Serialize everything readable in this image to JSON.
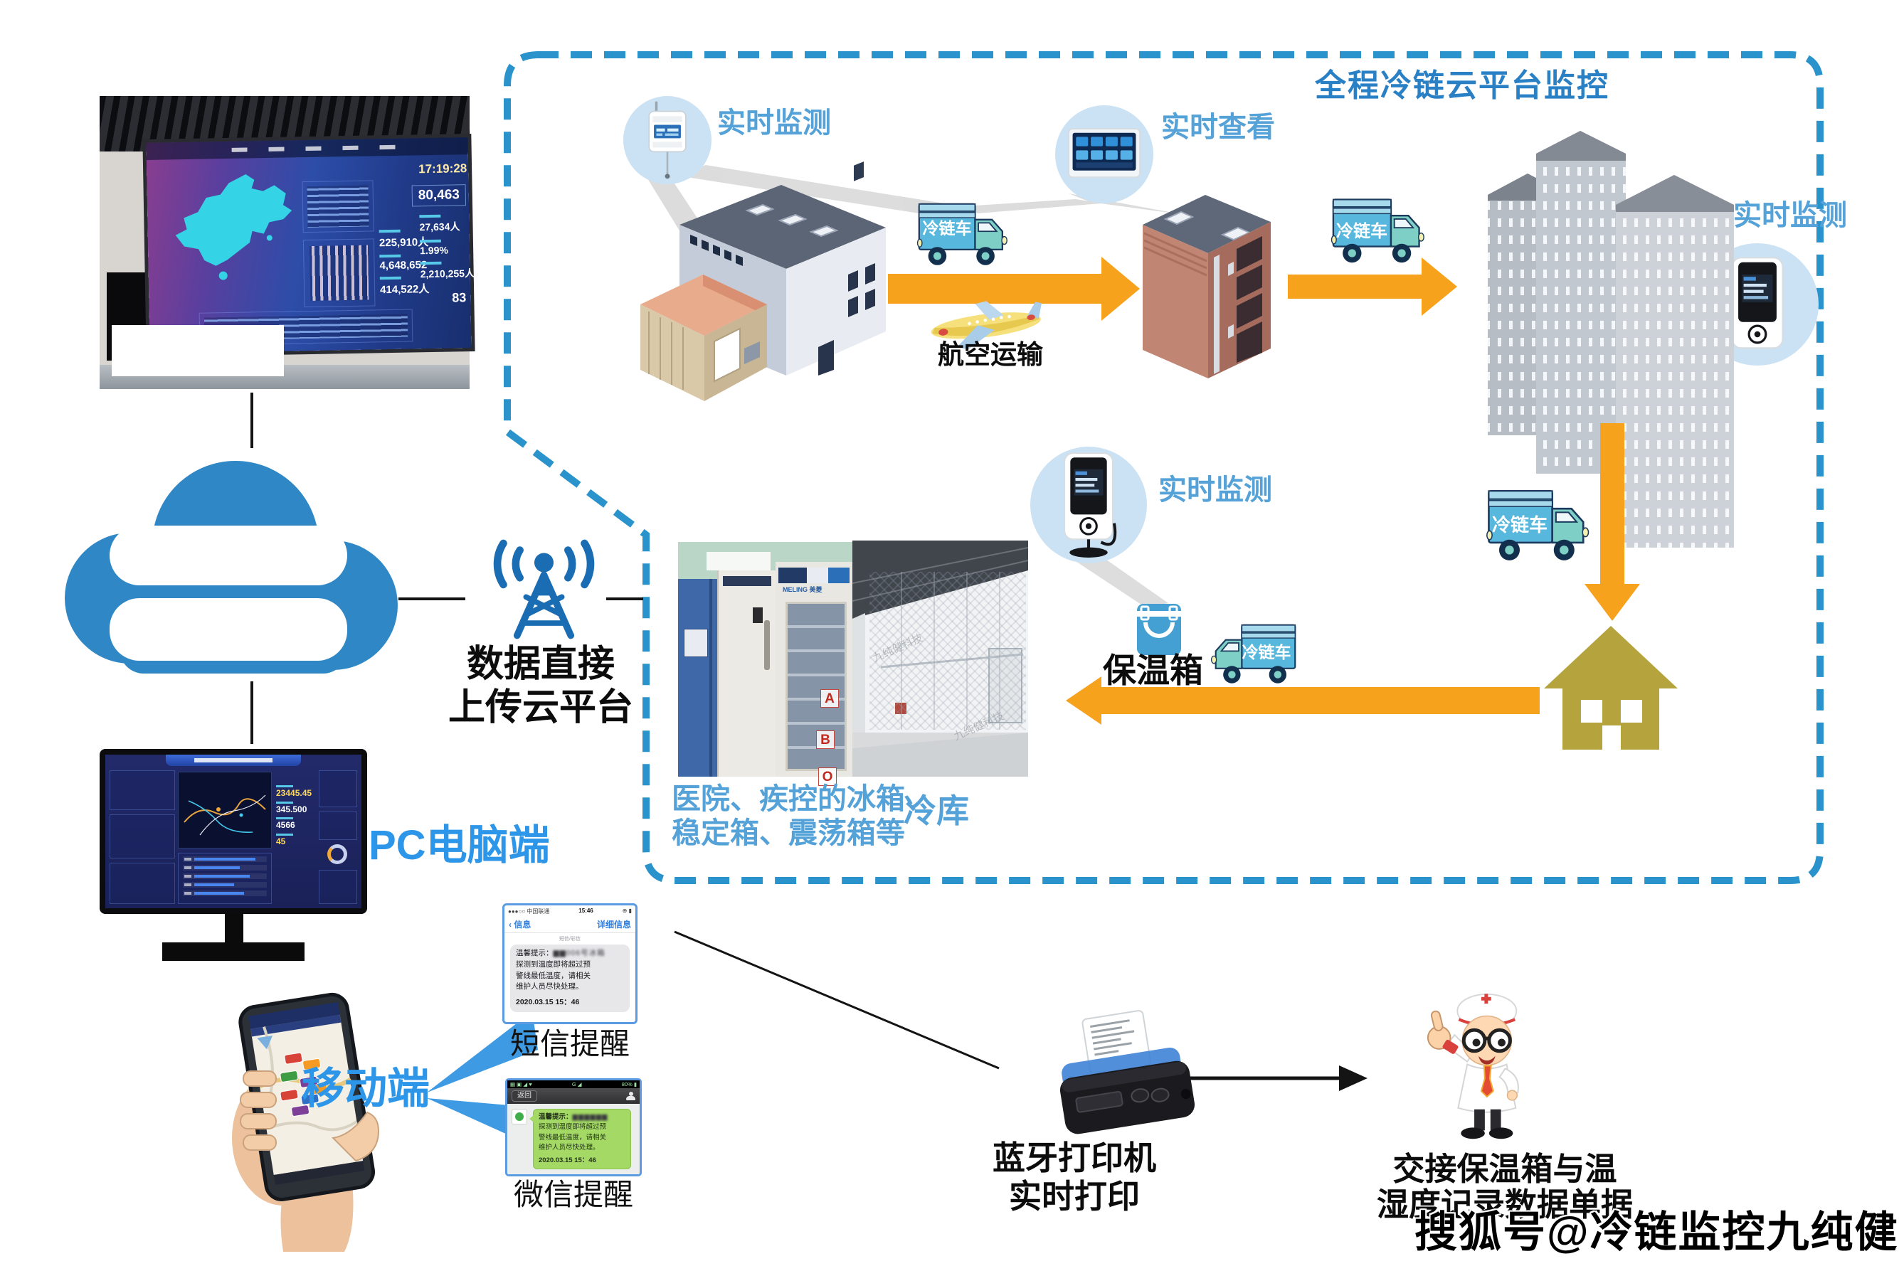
{
  "diagram_title": "全程冷链云平台监控",
  "sohu_watermark": "搜狐号@冷链监控九纯健",
  "cloud_flow": {
    "upload_line1": "数据直接",
    "upload_line2": "上传云平台",
    "pc_label": "PC电脑端",
    "mobile_label": "移动端"
  },
  "control_room_screen": {
    "clock": "17:19:28",
    "headline_number": "80,463",
    "stat_1": "27,634人",
    "stat_2": "1.99%",
    "stat_3": "2,210,255人",
    "stat_4": "83",
    "panel_stat_1": "225,910人",
    "panel_stat_2": "4,648,652",
    "panel_stat_3": "414,522人"
  },
  "pc_dashboard": {
    "num_1": "23445.45",
    "num_2": "345.500",
    "num_3": "4566",
    "num_4": "45"
  },
  "chain": {
    "realtime_monitor": "实时监测",
    "realtime_view": "实时查看",
    "truck_label": "冷链车",
    "air_transport": "航空运输",
    "cooler_box": "保温箱",
    "cold_storage": "冷库",
    "fridge_caption_line1": "医院、疾控的冰箱、",
    "fridge_caption_line2": "稳定箱、震荡箱等",
    "fridge_brand": "MELING 美菱",
    "blood_type_a": "A",
    "blood_type_b": "B",
    "blood_type_o": "O",
    "photo_watermark": "九纯健科技"
  },
  "sms_alert": {
    "carrier": "●●●○○ 中国联通",
    "status_time": "15:46",
    "status_right": "⊕ ▮",
    "nav_back": "‹ 信息",
    "nav_detail": "详细信息",
    "thread_type": "短信/彩信",
    "msg_prefix": "温馨提示：",
    "msg_redacted": "▆▆006号冰箱",
    "msg_line1": "探测到温度即将超过预",
    "msg_line2": "警线最低温度，请相关",
    "msg_line3": "维护人员尽快处理。",
    "msg_date": "2020.03.15  15：46",
    "caption": "短信提醒"
  },
  "wechat_alert": {
    "status_left": "▦ ▣ ◢ ♥",
    "status_mid": "G ◢",
    "battery": "80% ▮",
    "back_button": "返回",
    "msg_prefix": "温馨提示：",
    "msg_redacted": "▆▆▆▆▆▆",
    "msg_line1": "探测到温度即将超过预",
    "msg_line2": "警线最低温度，请相关",
    "msg_line3": "维护人员尽快处理。",
    "msg_date": "2020.03.15  15：46",
    "caption": "微信提醒"
  },
  "printing": {
    "caption_line1": "蓝牙打印机",
    "caption_line2": "实时打印"
  },
  "handover": {
    "line1": "交接保温箱与温",
    "line2": "湿度记录数据单据"
  }
}
